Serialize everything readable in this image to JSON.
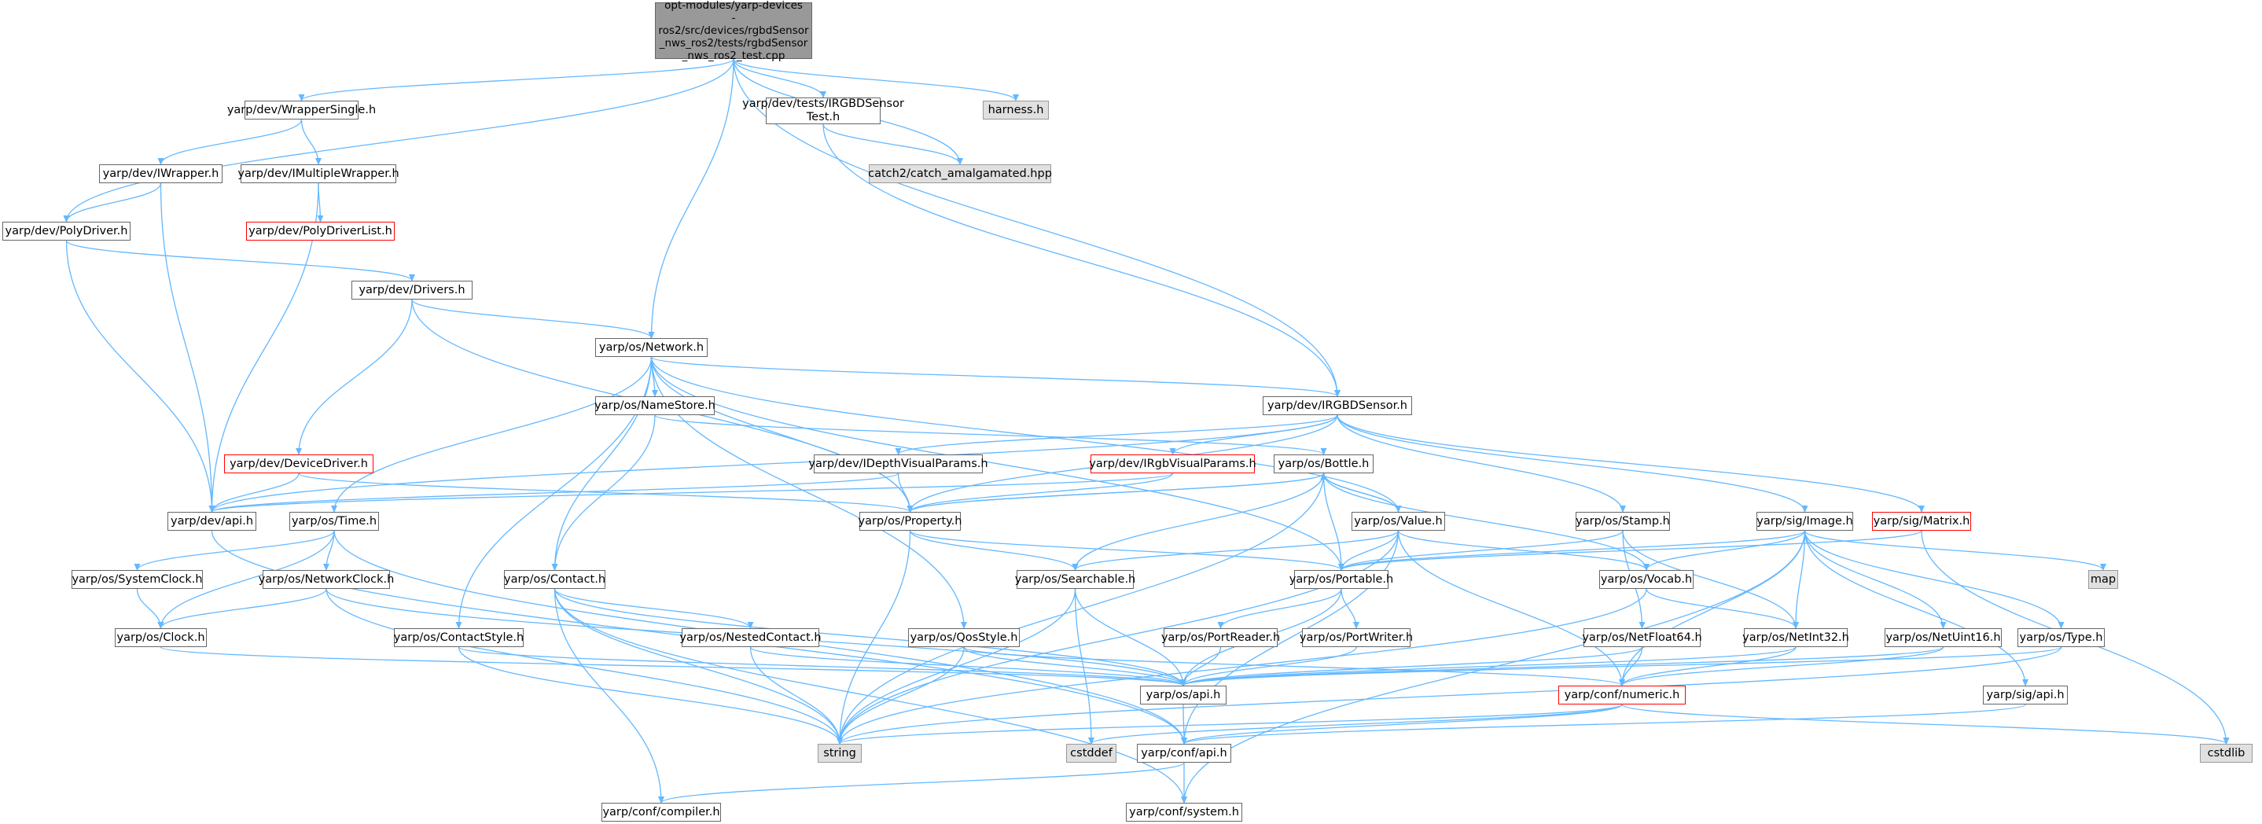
{
  "graph": {
    "edge_color": "#63b8ff",
    "nodes": [
      {
        "id": "root",
        "label": "opt-modules/yarp-devices\n-ros2/src/devices/rgbdSensor\n_nws_ros2/tests/rgbdSensor\n_nws_ros2_test.cpp",
        "kind": "root"
      },
      {
        "id": "wrapper_single",
        "label": "yarp/dev/WrapperSingle.h",
        "kind": "normal"
      },
      {
        "id": "irgbd_test",
        "label": "yarp/dev/tests/IRGBDSensor\nTest.h",
        "kind": "normal"
      },
      {
        "id": "harness",
        "label": "harness.h",
        "kind": "external"
      },
      {
        "id": "catch2",
        "label": "catch2/catch_amalgamated.hpp",
        "kind": "external"
      },
      {
        "id": "iwrapper",
        "label": "yarp/dev/IWrapper.h",
        "kind": "normal"
      },
      {
        "id": "imultiple",
        "label": "yarp/dev/IMultipleWrapper.h",
        "kind": "normal"
      },
      {
        "id": "polydriverlist",
        "label": "yarp/dev/PolyDriverList.h",
        "kind": "warning"
      },
      {
        "id": "polydriver",
        "label": "yarp/dev/PolyDriver.h",
        "kind": "normal"
      },
      {
        "id": "drivers",
        "label": "yarp/dev/Drivers.h",
        "kind": "normal"
      },
      {
        "id": "network",
        "label": "yarp/os/Network.h",
        "kind": "normal"
      },
      {
        "id": "namestore",
        "label": "yarp/os/NameStore.h",
        "kind": "normal"
      },
      {
        "id": "irgbdsensor",
        "label": "yarp/dev/IRGBDSensor.h",
        "kind": "normal"
      },
      {
        "id": "devicedriver",
        "label": "yarp/dev/DeviceDriver.h",
        "kind": "warning"
      },
      {
        "id": "idepth",
        "label": "yarp/dev/IDepthVisualParams.h",
        "kind": "normal"
      },
      {
        "id": "irgbvisual",
        "label": "yarp/dev/IRgbVisualParams.h",
        "kind": "warning"
      },
      {
        "id": "bottle",
        "label": "yarp/os/Bottle.h",
        "kind": "normal"
      },
      {
        "id": "devapi",
        "label": "yarp/dev/api.h",
        "kind": "normal"
      },
      {
        "id": "time",
        "label": "yarp/os/Time.h",
        "kind": "normal"
      },
      {
        "id": "property",
        "label": "yarp/os/Property.h",
        "kind": "normal"
      },
      {
        "id": "value",
        "label": "yarp/os/Value.h",
        "kind": "normal"
      },
      {
        "id": "stamp",
        "label": "yarp/os/Stamp.h",
        "kind": "normal"
      },
      {
        "id": "image",
        "label": "yarp/sig/Image.h",
        "kind": "normal"
      },
      {
        "id": "matrix",
        "label": "yarp/sig/Matrix.h",
        "kind": "warning"
      },
      {
        "id": "systemclock",
        "label": "yarp/os/SystemClock.h",
        "kind": "normal"
      },
      {
        "id": "networkclock",
        "label": "yarp/os/NetworkClock.h",
        "kind": "normal"
      },
      {
        "id": "contact",
        "label": "yarp/os/Contact.h",
        "kind": "normal"
      },
      {
        "id": "searchable",
        "label": "yarp/os/Searchable.h",
        "kind": "normal"
      },
      {
        "id": "portable",
        "label": "yarp/os/Portable.h",
        "kind": "normal"
      },
      {
        "id": "vocab",
        "label": "yarp/os/Vocab.h",
        "kind": "normal"
      },
      {
        "id": "map",
        "label": "map",
        "kind": "external"
      },
      {
        "id": "clock",
        "label": "yarp/os/Clock.h",
        "kind": "normal"
      },
      {
        "id": "contactstyle",
        "label": "yarp/os/ContactStyle.h",
        "kind": "normal"
      },
      {
        "id": "nestedcontact",
        "label": "yarp/os/NestedContact.h",
        "kind": "normal"
      },
      {
        "id": "qosstyle",
        "label": "yarp/os/QosStyle.h",
        "kind": "normal"
      },
      {
        "id": "portreader",
        "label": "yarp/os/PortReader.h",
        "kind": "normal"
      },
      {
        "id": "portwriter",
        "label": "yarp/os/PortWriter.h",
        "kind": "normal"
      },
      {
        "id": "netfloat64",
        "label": "yarp/os/NetFloat64.h",
        "kind": "normal"
      },
      {
        "id": "netint32",
        "label": "yarp/os/NetInt32.h",
        "kind": "normal"
      },
      {
        "id": "netuint16",
        "label": "yarp/os/NetUint16.h",
        "kind": "normal"
      },
      {
        "id": "ostype",
        "label": "yarp/os/Type.h",
        "kind": "normal"
      },
      {
        "id": "osapi",
        "label": "yarp/os/api.h",
        "kind": "normal"
      },
      {
        "id": "numeric",
        "label": "yarp/conf/numeric.h",
        "kind": "warning"
      },
      {
        "id": "sigapi",
        "label": "yarp/sig/api.h",
        "kind": "normal"
      },
      {
        "id": "string",
        "label": "string",
        "kind": "external"
      },
      {
        "id": "cstddef",
        "label": "cstddef",
        "kind": "external"
      },
      {
        "id": "confapi",
        "label": "yarp/conf/api.h",
        "kind": "normal"
      },
      {
        "id": "cstdlib",
        "label": "cstdlib",
        "kind": "external"
      },
      {
        "id": "compiler",
        "label": "yarp/conf/compiler.h",
        "kind": "normal"
      },
      {
        "id": "system",
        "label": "yarp/conf/system.h",
        "kind": "normal"
      }
    ],
    "edges": [
      [
        "root",
        "wrapper_single"
      ],
      [
        "root",
        "irgbd_test"
      ],
      [
        "root",
        "harness"
      ],
      [
        "root",
        "catch2"
      ],
      [
        "root",
        "polydriver"
      ],
      [
        "root",
        "network"
      ],
      [
        "root",
        "irgbdsensor"
      ],
      [
        "wrapper_single",
        "iwrapper"
      ],
      [
        "wrapper_single",
        "imultiple"
      ],
      [
        "iwrapper",
        "polydriver"
      ],
      [
        "iwrapper",
        "devapi"
      ],
      [
        "imultiple",
        "polydriverlist"
      ],
      [
        "imultiple",
        "devapi"
      ],
      [
        "irgbd_test",
        "catch2"
      ],
      [
        "irgbd_test",
        "irgbdsensor"
      ],
      [
        "polydriver",
        "drivers"
      ],
      [
        "polydriver",
        "devapi"
      ],
      [
        "drivers",
        "network"
      ],
      [
        "drivers",
        "devicedriver"
      ],
      [
        "drivers",
        "property"
      ],
      [
        "network",
        "namestore"
      ],
      [
        "network",
        "time"
      ],
      [
        "network",
        "contact"
      ],
      [
        "network",
        "contactstyle"
      ],
      [
        "network",
        "qosstyle"
      ],
      [
        "network",
        "portable"
      ],
      [
        "network",
        "property"
      ],
      [
        "network",
        "value"
      ],
      [
        "network",
        "irgbdsensor"
      ],
      [
        "namestore",
        "contact"
      ],
      [
        "namestore",
        "bottle"
      ],
      [
        "irgbdsensor",
        "idepth"
      ],
      [
        "irgbdsensor",
        "irgbvisual"
      ],
      [
        "irgbdsensor",
        "image"
      ],
      [
        "irgbdsensor",
        "stamp"
      ],
      [
        "irgbdsensor",
        "matrix"
      ],
      [
        "irgbdsensor",
        "property"
      ],
      [
        "irgbdsensor",
        "devapi"
      ],
      [
        "devicedriver",
        "devapi"
      ],
      [
        "devicedriver",
        "property"
      ],
      [
        "idepth",
        "property"
      ],
      [
        "idepth",
        "devapi"
      ],
      [
        "irgbvisual",
        "property"
      ],
      [
        "irgbvisual",
        "devapi"
      ],
      [
        "devapi",
        "confapi"
      ],
      [
        "bottle",
        "property"
      ],
      [
        "bottle",
        "value"
      ],
      [
        "bottle",
        "searchable"
      ],
      [
        "bottle",
        "portable"
      ],
      [
        "bottle",
        "string"
      ],
      [
        "bottle",
        "vocab"
      ],
      [
        "property",
        "bottle"
      ],
      [
        "property",
        "searchable"
      ],
      [
        "property",
        "portable"
      ],
      [
        "property",
        "string"
      ],
      [
        "value",
        "bottle"
      ],
      [
        "value",
        "searchable"
      ],
      [
        "value",
        "portable"
      ],
      [
        "value",
        "vocab"
      ],
      [
        "value",
        "string"
      ],
      [
        "value",
        "numeric"
      ],
      [
        "value",
        "confapi"
      ],
      [
        "stamp",
        "portable"
      ],
      [
        "stamp",
        "netint32"
      ],
      [
        "stamp",
        "netfloat64"
      ],
      [
        "image",
        "portable"
      ],
      [
        "image",
        "vocab"
      ],
      [
        "image",
        "map"
      ],
      [
        "image",
        "netint32"
      ],
      [
        "image",
        "netuint16"
      ],
      [
        "image",
        "ostype"
      ],
      [
        "image",
        "sigapi"
      ],
      [
        "image",
        "numeric"
      ],
      [
        "image",
        "system"
      ],
      [
        "matrix",
        "cstdlib"
      ],
      [
        "matrix",
        "portable"
      ],
      [
        "time",
        "systemclock"
      ],
      [
        "time",
        "networkclock"
      ],
      [
        "time",
        "clock"
      ],
      [
        "time",
        "confapi"
      ],
      [
        "systemclock",
        "clock"
      ],
      [
        "networkclock",
        "clock"
      ],
      [
        "networkclock",
        "osapi"
      ],
      [
        "networkclock",
        "string"
      ],
      [
        "contact",
        "nestedcontact"
      ],
      [
        "contact",
        "string"
      ],
      [
        "contact",
        "compiler"
      ],
      [
        "contact",
        "system"
      ],
      [
        "contact",
        "osapi"
      ],
      [
        "clock",
        "osapi"
      ],
      [
        "contactstyle",
        "osapi"
      ],
      [
        "contactstyle",
        "string"
      ],
      [
        "nestedcontact",
        "osapi"
      ],
      [
        "nestedcontact",
        "string"
      ],
      [
        "qosstyle",
        "osapi"
      ],
      [
        "qosstyle",
        "string"
      ],
      [
        "qosstyle",
        "numeric"
      ],
      [
        "searchable",
        "osapi"
      ],
      [
        "searchable",
        "string"
      ],
      [
        "searchable",
        "cstddef"
      ],
      [
        "portable",
        "portreader"
      ],
      [
        "portable",
        "portwriter"
      ],
      [
        "portable",
        "osapi"
      ],
      [
        "portreader",
        "osapi"
      ],
      [
        "portwriter",
        "osapi"
      ],
      [
        "vocab",
        "netint32"
      ],
      [
        "vocab",
        "string"
      ],
      [
        "netfloat64",
        "numeric"
      ],
      [
        "netfloat64",
        "osapi"
      ],
      [
        "netint32",
        "numeric"
      ],
      [
        "netint32",
        "osapi"
      ],
      [
        "netuint16",
        "numeric"
      ],
      [
        "netuint16",
        "osapi"
      ],
      [
        "ostype",
        "osapi"
      ],
      [
        "ostype",
        "string"
      ],
      [
        "sigapi",
        "confapi"
      ],
      [
        "osapi",
        "confapi"
      ],
      [
        "numeric",
        "confapi"
      ],
      [
        "numeric",
        "cstddef"
      ],
      [
        "numeric",
        "cstdlib"
      ],
      [
        "numeric",
        "string"
      ],
      [
        "confapi",
        "compiler"
      ],
      [
        "confapi",
        "system"
      ]
    ]
  }
}
